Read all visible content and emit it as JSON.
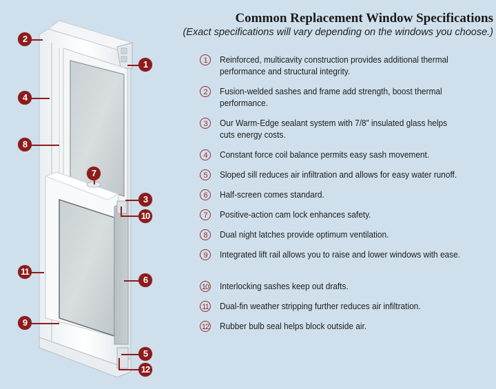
{
  "header": {
    "title": "Common Replacement Window Specifications",
    "subtitle": "(Exact specifications will vary depending on the windows you choose.)"
  },
  "colors": {
    "background": "#cfe0ec",
    "accent": "#8e1b1b",
    "text": "#1c1c1c"
  },
  "diagram": {
    "subject": "double-hung replacement window cutaway",
    "callouts": [
      "2",
      "1",
      "4",
      "8",
      "7",
      "3",
      "10",
      "11",
      "6",
      "9",
      "5",
      "12"
    ]
  },
  "specs": [
    {
      "num": "1",
      "text": "Reinforced, multicavity construction provides additional thermal performance and structural integrity."
    },
    {
      "num": "2",
      "text": "Fusion-welded sashes and frame add strength, boost thermal performance."
    },
    {
      "num": "3",
      "text": "Our Warm-Edge sealant system with 7/8” insulated glass helps cuts energy costs."
    },
    {
      "num": "4",
      "text": "Constant force coil balance permits easy sash movement."
    },
    {
      "num": "5",
      "text": "Sloped sill reduces air infiltration and allows for easy water runoff."
    },
    {
      "num": "6",
      "text": "Half-screen comes standard."
    },
    {
      "num": "7",
      "text": "Positive-action cam lock enhances safety."
    },
    {
      "num": "8",
      "text": "Dual night latches provide optimum ventilation."
    },
    {
      "num": "9",
      "text": "Integrated lift rail allows you to raise and lower windows with ease."
    },
    {
      "num": "10",
      "text": "Interlocking sashes keep out drafts."
    },
    {
      "num": "11",
      "text": "Dual-fin weather stripping further reduces air infiltration."
    },
    {
      "num": "12",
      "text": "Rubber bulb seal helps block outside air."
    }
  ]
}
